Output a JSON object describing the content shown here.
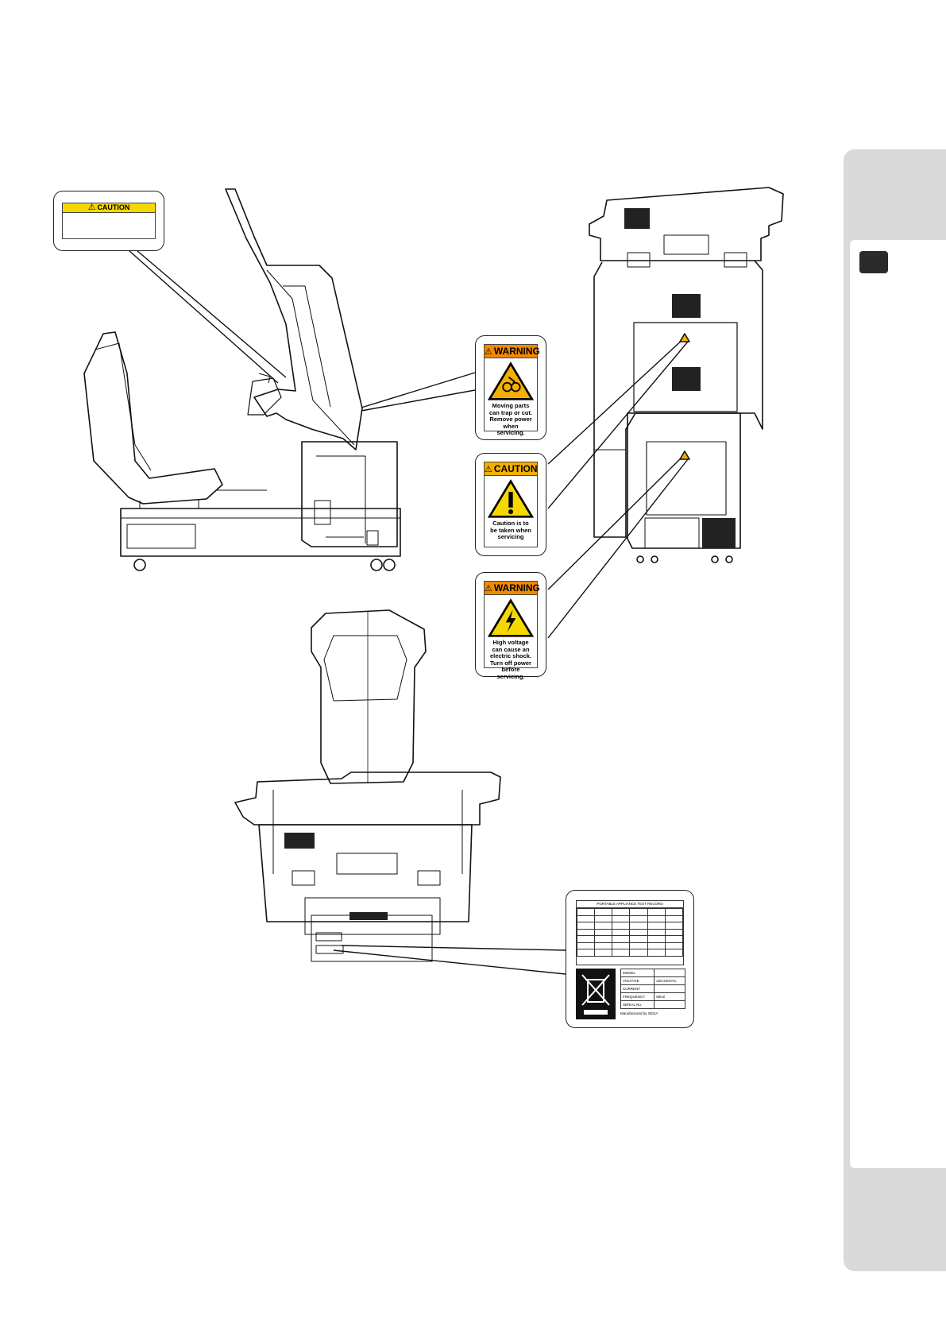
{
  "labels": {
    "caution_top": {
      "header": "CAUTION"
    },
    "warning_moving": {
      "header": "WARNING",
      "text": "Moving parts can trap or cut. Remove power when servicing."
    },
    "caution_service": {
      "header": "CAUTION",
      "text": "Caution is to be taken when servicing"
    },
    "warning_voltage": {
      "header": "WARNING",
      "text": "High voltage can cause an electric shock. Turn off power before servicing."
    },
    "rating_plate": {
      "test_record_title": "PORTABLE APPLIANCE TEST RECORD",
      "rows": [
        [
          "MODEL",
          ""
        ],
        [
          "VOLTAGE",
          "220-240VAC"
        ],
        [
          "CURRENT",
          ""
        ],
        [
          "FREQUENCY",
          "50HZ"
        ],
        [
          "SERIAL No.",
          ""
        ]
      ],
      "maker": "Manufactured by SEGA"
    }
  },
  "colors": {
    "caution": "#f4b000",
    "warning": "#f08a00",
    "side_tab": "#d9d9d9",
    "chapter_marker": "#2b2b2b"
  },
  "icons": [
    "warning-triangle-icon",
    "pinch-hazard-icon",
    "exclamation-icon",
    "high-voltage-icon",
    "weee-bin-icon"
  ]
}
